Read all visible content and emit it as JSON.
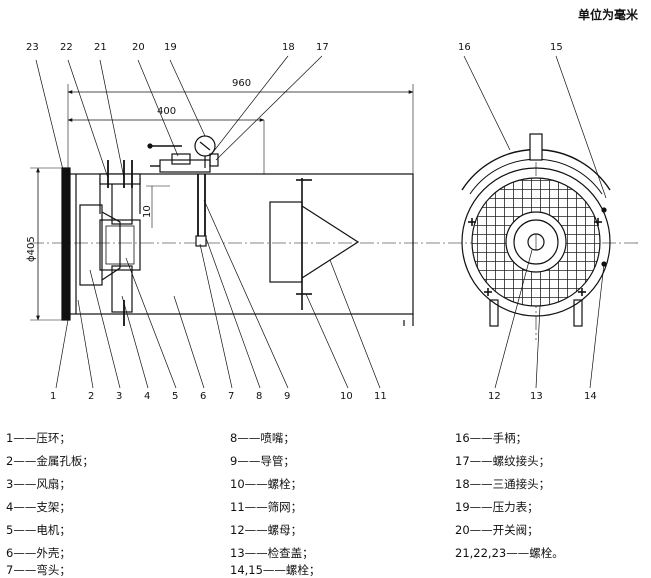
{
  "unit_label": "单位为毫米",
  "dimensions": {
    "overall_length": "960",
    "partial_length": "400",
    "offset": "10",
    "diameter": "ϕ405"
  },
  "callouts": [
    "1",
    "2",
    "3",
    "4",
    "5",
    "6",
    "7",
    "8",
    "9",
    "10",
    "11",
    "12",
    "13",
    "14",
    "15",
    "16",
    "17",
    "18",
    "19",
    "20",
    "21",
    "22",
    "23"
  ],
  "legend": [
    "1——压环；",
    "2——金属孔板；",
    "3——风扇；",
    "4——支架；",
    "5——电机；",
    "6——外壳；",
    "7——弯头；",
    "8——喷嘴；",
    "9——导管；",
    "10——螺栓；",
    "11——筛网；",
    "12——螺母；",
    "13——检查盖；",
    "14,15——螺栓；",
    "16——手柄；",
    "17——螺纹接头；",
    "18——三通接头；",
    "19——压力表；",
    "20——开关阀；",
    "21,22,23——螺栓。"
  ]
}
